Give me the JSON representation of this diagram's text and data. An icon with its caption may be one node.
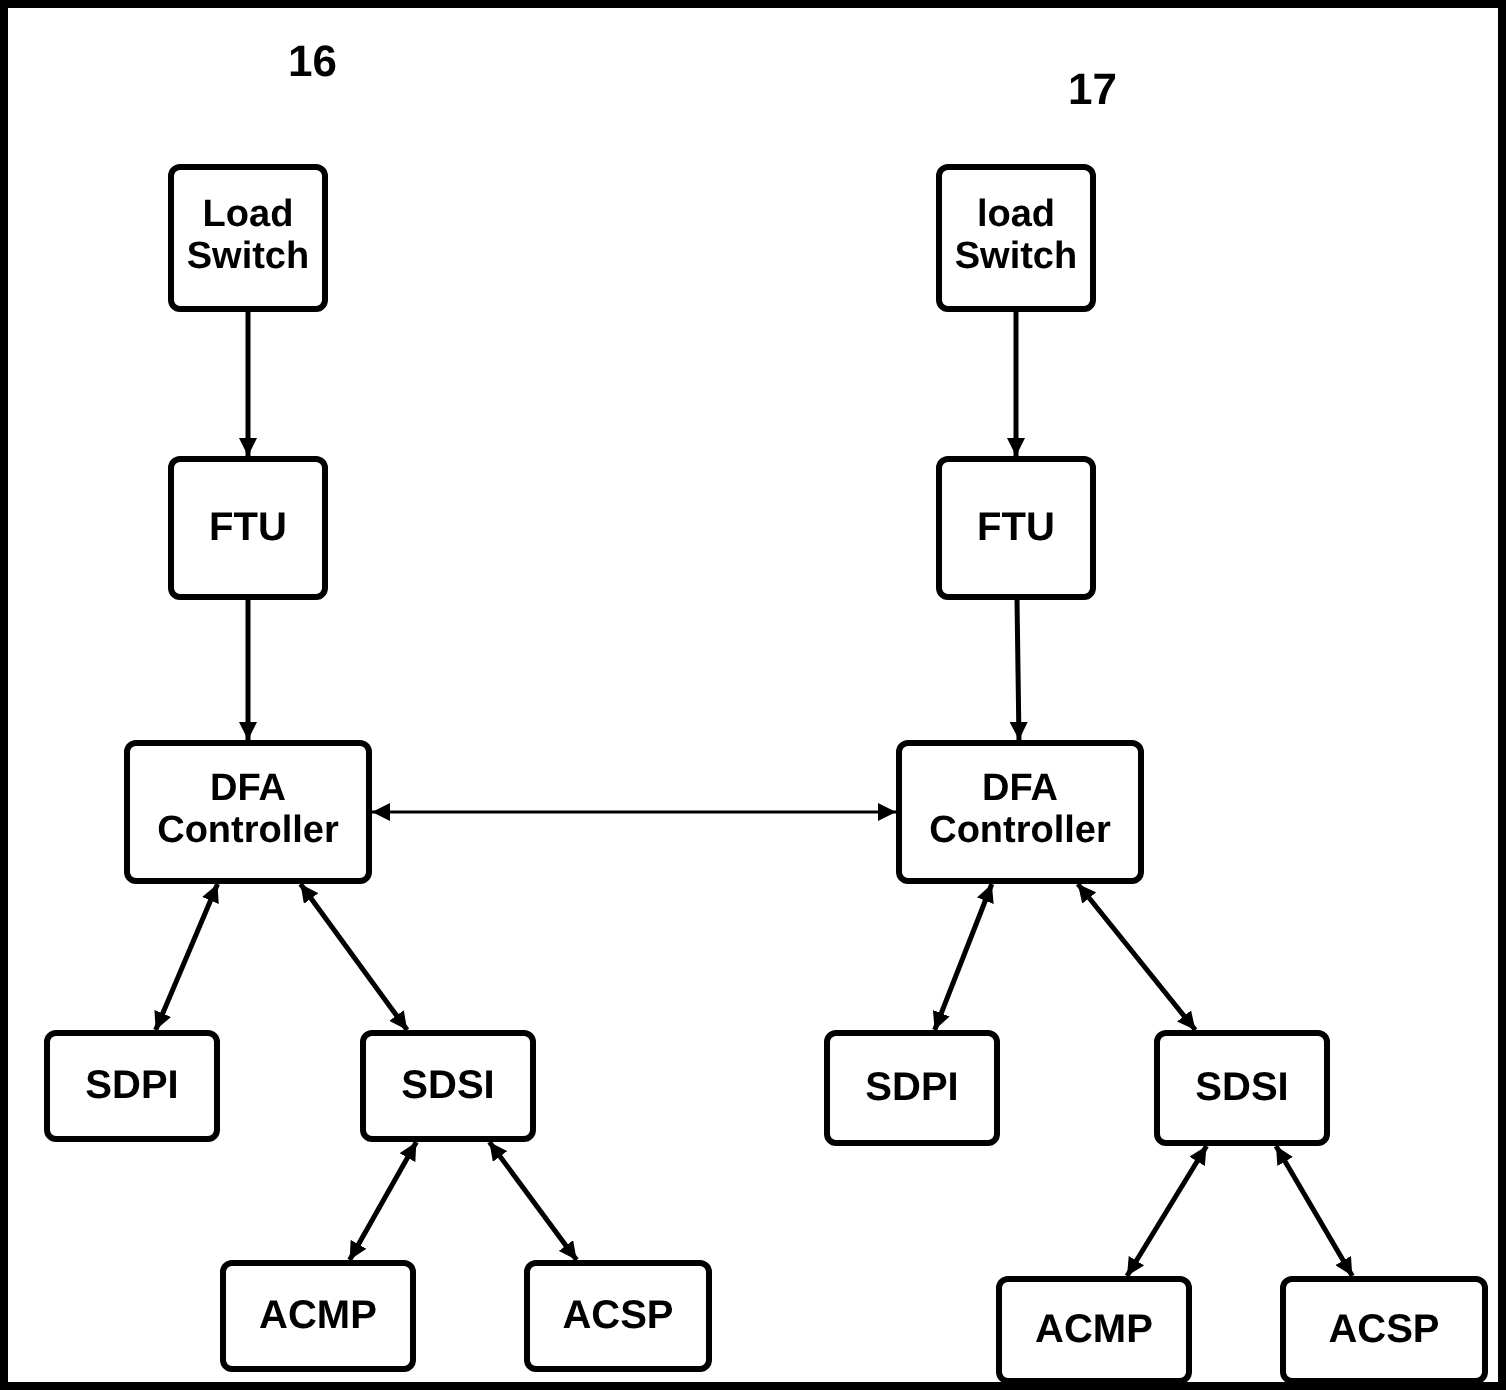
{
  "diagram": {
    "nodes": [
      {
        "text": [
          "Load Switch"
        ]
      },
      {
        "text": [
          "FTU"
        ]
      },
      {
        "text": [
          "DFA Controller"
        ]
      },
      {
        "text": [
          "SDPI"
        ]
      },
      {
        "text": [
          "SDSI"
        ]
      },
      {
        "text": [
          "ACMP"
        ]
      },
      {
        "text": [
          "ACSP"
        ]
      },
      {
        "text": [
          "load Switch"
        ]
      },
      {
        "text": [
          "FTU"
        ]
      },
      {
        "text": [
          "DFA Controller"
        ]
      },
      {
        "text": [
          "SDPI"
        ]
      },
      {
        "text": [
          "SDSI"
        ]
      },
      {
        "text": [
          "ACMP"
        ]
      },
      {
        "text": [
          "ACSP"
        ]
      }
    ],
    "edges": [
      {
        "from": 0,
        "to": 1,
        "arrow": "to"
      },
      {
        "from": 1,
        "to": 2,
        "arrow": "to"
      },
      {
        "from": 2,
        "to": 3,
        "arrow": "both"
      },
      {
        "from": 2,
        "to": 4,
        "arrow": "both"
      },
      {
        "from": 4,
        "to": 5,
        "arrow": "both"
      },
      {
        "from": 4,
        "to": 6,
        "arrow": "both"
      },
      {
        "from": 2,
        "to": 9,
        "arrow": "both"
      },
      {
        "from": 7,
        "to": 8,
        "arrow": "to"
      },
      {
        "from": 8,
        "to": 9,
        "arrow": "to"
      },
      {
        "from": 9,
        "to": 10,
        "arrow": "both"
      },
      {
        "from": 9,
        "to": 11,
        "arrow": "both"
      },
      {
        "from": 11,
        "to": 12,
        "arrow": "both"
      },
      {
        "from": 11,
        "to": 13,
        "arrow": "both"
      }
    ],
    "labels": [
      "16",
      "17"
    ]
  }
}
